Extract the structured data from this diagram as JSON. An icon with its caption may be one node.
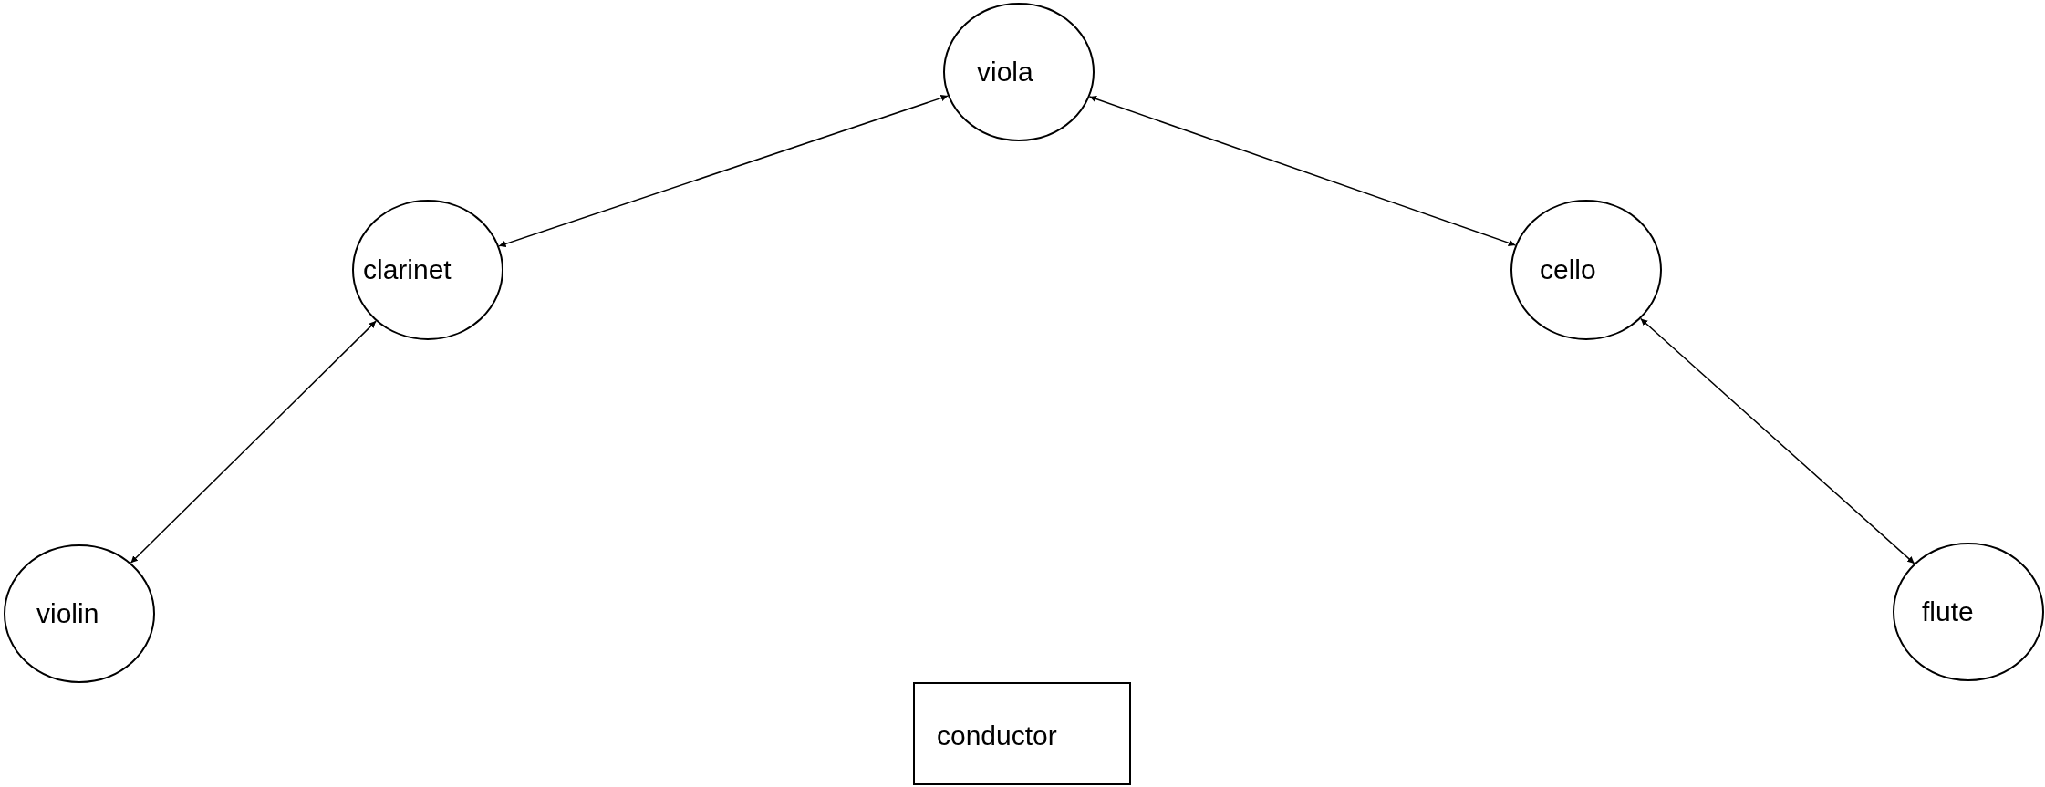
{
  "diagram": {
    "nodes": [
      {
        "text": [
          "viola"
        ]
      },
      {
        "text": [
          "clarinet"
        ]
      },
      {
        "text": [
          "cello"
        ]
      },
      {
        "text": [
          "violin"
        ]
      },
      {
        "text": [
          "flute"
        ]
      },
      {
        "text": [
          "conductor"
        ]
      }
    ],
    "edges": [
      {
        "from": 1,
        "to": 0,
        "arrow": "both"
      },
      {
        "from": 0,
        "to": 2,
        "arrow": "both"
      },
      {
        "from": 3,
        "to": 1,
        "arrow": "both"
      },
      {
        "from": 2,
        "to": 4,
        "arrow": "both"
      }
    ]
  }
}
